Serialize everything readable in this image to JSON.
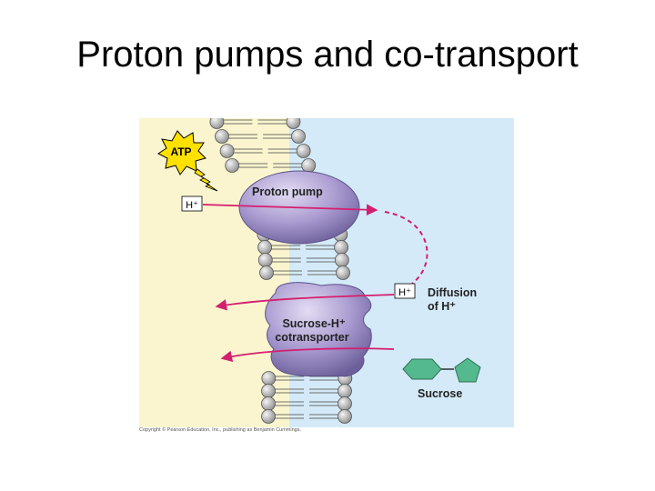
{
  "slide": {
    "title": "Proton pumps and co-transport"
  },
  "diagram": {
    "atp_label": "ATP",
    "h_plus_left": "H⁺",
    "proton_pump_label": "Proton pump",
    "h_plus_right": "H⁺",
    "diffusion_label_line1": "Diffusion",
    "diffusion_label_line2": "of H⁺",
    "cotransporter_line1": "Sucrose-H⁺",
    "cotransporter_line2": "cotransporter",
    "sucrose_label": "Sucrose",
    "copyright": "Copyright © Pearson Education, Inc., publishing as Benjamin Cummings."
  },
  "colors": {
    "outside_bg": "#faf5cf",
    "inside_bg": "#d4eaf8",
    "protein": "#a99bd0",
    "arrow": "#d41f6f",
    "atp_burst": "#ffe100",
    "sucrose": "#55b98f",
    "phospholipid_head": "#c4c4c4"
  }
}
